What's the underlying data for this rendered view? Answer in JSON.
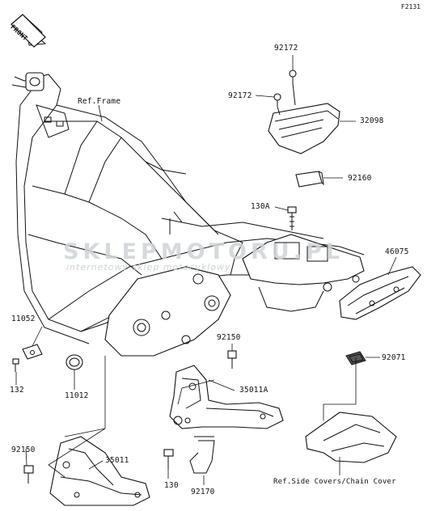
{
  "diagram_code": "F2131",
  "front_marker": "FRONT",
  "watermark": {
    "name": "SKLEPMOTORU.PL",
    "tagline": "internetowy sklep motocyklowy"
  },
  "labels": {
    "ref_frame": "Ref.Frame",
    "p92172_top": "92172",
    "p92172_left": "92172",
    "p32098": "32098",
    "p92160": "92160",
    "p130a": "130A",
    "p46075": "46075",
    "p11052": "11052",
    "p132": "132",
    "p11012": "11012",
    "p92150_mid": "92150",
    "p35011a": "35011A",
    "p92071": "92071",
    "p92150_left": "92150",
    "p35011": "35011",
    "p130": "130",
    "p92170": "92170",
    "ref_side_covers": "Ref.Side Covers/Chain Cover"
  }
}
